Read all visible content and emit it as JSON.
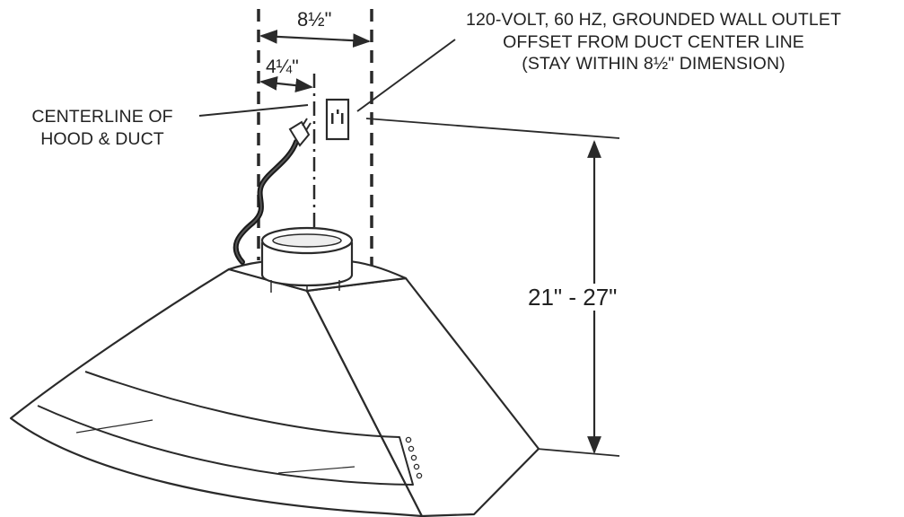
{
  "labels": {
    "width_dim": "8½\"",
    "offset_dim": "4¼\"",
    "height_dim": "21\" - 27\"",
    "centerline": [
      "CENTERLINE OF",
      "HOOD & DUCT"
    ],
    "outlet_note": [
      "120-VOLT, 60 HZ, GROUNDED WALL OUTLET",
      "OFFSET FROM DUCT CENTER LINE",
      "(STAY WITHIN 8½\" DIMENSION)"
    ]
  },
  "colors": {
    "line": "#2a2a2a",
    "cord": "#1a1a1a"
  }
}
